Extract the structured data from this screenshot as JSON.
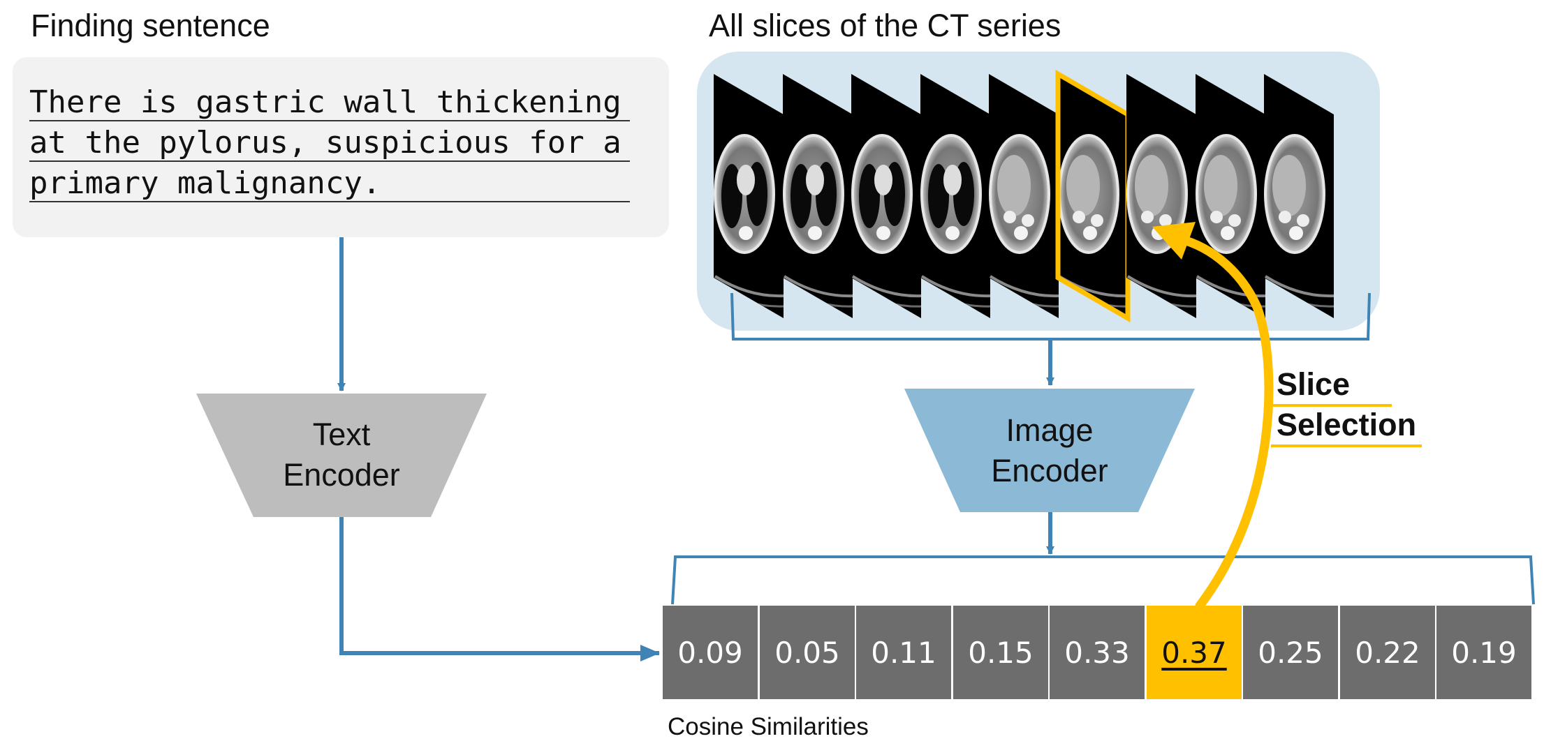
{
  "headings": {
    "finding": "Finding sentence",
    "slices": "All slices of the CT series"
  },
  "finding_sentence": {
    "lines": [
      "There is gastric wall thickening",
      "at the pylorus, suspicious for a",
      "primary malignancy."
    ]
  },
  "encoders": {
    "text": {
      "line1": "Text",
      "line2": "Encoder"
    },
    "image": {
      "line1": "Image",
      "line2": "Encoder"
    }
  },
  "similarities": {
    "values": [
      "0.09",
      "0.05",
      "0.11",
      "0.15",
      "0.33",
      "0.37",
      "0.25",
      "0.22",
      "0.19"
    ],
    "selected_index": 5,
    "caption": "Cosine Similarities"
  },
  "slice_selection": {
    "line1": "Slice",
    "line2": "Selection"
  },
  "colors": {
    "arrow_blue": "#3f84b5",
    "highlight_yellow": "#ffc000",
    "image_encoder": "#8cbad6",
    "text_encoder": "#bdbdbd",
    "stack_panel": "#d5e6f0",
    "cell_gray": "#6d6d6d"
  }
}
